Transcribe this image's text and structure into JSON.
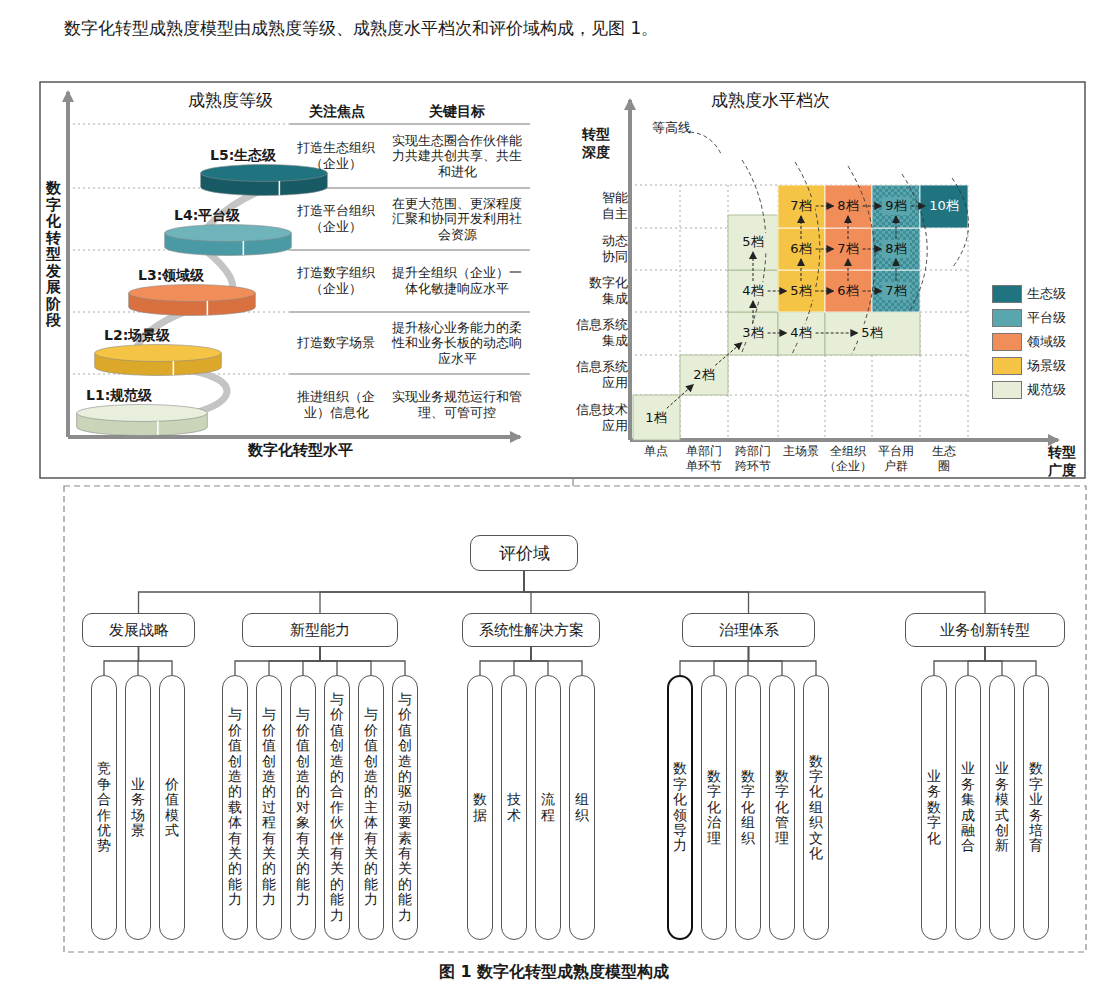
{
  "diagram": {
    "caption": "图 1 数字化转型成熟度模型构成",
    "nodes": [
      {
        "text": [
          "L5:生态级"
        ]
      },
      {
        "text": [
          "L4:平台级"
        ]
      },
      {
        "text": [
          "L3:领域级"
        ]
      },
      {
        "text": [
          "L2:场景级"
        ]
      },
      {
        "text": [
          "L1:规范级"
        ]
      },
      {
        "text": [
          "7档"
        ]
      },
      {
        "text": [
          "8档"
        ]
      },
      {
        "text": [
          "9档"
        ]
      },
      {
        "text": [
          "10档"
        ]
      },
      {
        "text": [
          "5档"
        ]
      },
      {
        "text": [
          "6档"
        ]
      },
      {
        "text": [
          "7档"
        ]
      },
      {
        "text": [
          "8档"
        ]
      },
      {
        "text": [
          "4档"
        ]
      },
      {
        "text": [
          "5档"
        ]
      },
      {
        "text": [
          "6档"
        ]
      },
      {
        "text": [
          "7档"
        ]
      },
      {
        "text": [
          "3档"
        ]
      },
      {
        "text": [
          "4档"
        ]
      },
      {
        "text": [
          "5档"
        ]
      },
      {
        "text": [
          "2档"
        ]
      },
      {
        "text": [
          "1档"
        ]
      },
      {
        "text": [
          "评价域"
        ]
      },
      {
        "text": [
          "发展战略"
        ]
      },
      {
        "text": [
          "竞争合作优势"
        ]
      },
      {
        "text": [
          "业务场景"
        ]
      },
      {
        "text": [
          "价值模式"
        ]
      },
      {
        "text": [
          "新型能力"
        ]
      },
      {
        "text": [
          "与价值创造的载体有关的能力"
        ]
      },
      {
        "text": [
          "与价值创造的过程有关的能力"
        ]
      },
      {
        "text": [
          "与价值创造的对象有关的能力"
        ]
      },
      {
        "text": [
          "与价值创造的合作伙伴有关的能力"
        ]
      },
      {
        "text": [
          "与价值创造的主体有关的能力"
        ]
      },
      {
        "text": [
          "与价值创造的驱动要素有关的能力"
        ]
      },
      {
        "text": [
          "系统性解决方案"
        ]
      },
      {
        "text": [
          "数据"
        ]
      },
      {
        "text": [
          "技术"
        ]
      },
      {
        "text": [
          "流程"
        ]
      },
      {
        "text": [
          "组织"
        ]
      },
      {
        "text": [
          "治理体系"
        ]
      },
      {
        "text": [
          "数字化领导力"
        ]
      },
      {
        "text": [
          "数字化治理"
        ]
      },
      {
        "text": [
          "数字化组织"
        ]
      },
      {
        "text": [
          "数字化管理"
        ]
      },
      {
        "text": [
          "数字化组织文化"
        ]
      },
      {
        "text": [
          "业务创新转型"
        ]
      },
      {
        "text": [
          "业务数字化"
        ]
      },
      {
        "text": [
          "业务集成融合"
        ]
      },
      {
        "text": [
          "业务模式创新"
        ]
      },
      {
        "text": [
          "数字业务培育"
        ]
      }
    ],
    "edges": [
      {
        "from": 21,
        "to": 20,
        "arrow": "to"
      },
      {
        "from": 20,
        "to": 17,
        "arrow": "to"
      },
      {
        "from": 17,
        "to": 18,
        "arrow": "to"
      },
      {
        "from": 18,
        "to": 19,
        "arrow": "to"
      },
      {
        "from": 17,
        "to": 13,
        "arrow": "to"
      },
      {
        "from": 13,
        "to": 9,
        "arrow": "to"
      },
      {
        "from": 13,
        "to": 14,
        "arrow": "to"
      },
      {
        "from": 14,
        "to": 15,
        "arrow": "to"
      },
      {
        "from": 15,
        "to": 16,
        "arrow": "to"
      },
      {
        "from": 10,
        "to": 11,
        "arrow": "to"
      },
      {
        "from": 11,
        "to": 12,
        "arrow": "to"
      },
      {
        "from": 5,
        "to": 6,
        "arrow": "to"
      },
      {
        "from": 6,
        "to": 7,
        "arrow": "to"
      },
      {
        "from": 7,
        "to": 8,
        "arrow": "to"
      },
      {
        "from": 14,
        "to": 10,
        "arrow": "to"
      },
      {
        "from": 10,
        "to": 5,
        "arrow": "to"
      },
      {
        "from": 15,
        "to": 11,
        "arrow": "to"
      },
      {
        "from": 11,
        "to": 6,
        "arrow": "to"
      },
      {
        "from": 16,
        "to": 12,
        "arrow": "to"
      },
      {
        "from": 12,
        "to": 7,
        "arrow": "to"
      },
      {
        "from": 22,
        "to": 23,
        "arrow": "none"
      },
      {
        "from": 22,
        "to": 27,
        "arrow": "none"
      },
      {
        "from": 22,
        "to": 34,
        "arrow": "none"
      },
      {
        "from": 22,
        "to": 39,
        "arrow": "none"
      },
      {
        "from": 22,
        "to": 45,
        "arrow": "none"
      },
      {
        "from": 23,
        "to": 24,
        "arrow": "none"
      },
      {
        "from": 23,
        "to": 25,
        "arrow": "none"
      },
      {
        "from": 23,
        "to": 26,
        "arrow": "none"
      },
      {
        "from": 27,
        "to": 28,
        "arrow": "none"
      },
      {
        "from": 27,
        "to": 29,
        "arrow": "none"
      },
      {
        "from": 27,
        "to": 30,
        "arrow": "none"
      },
      {
        "from": 27,
        "to": 31,
        "arrow": "none"
      },
      {
        "from": 27,
        "to": 32,
        "arrow": "none"
      },
      {
        "from": 27,
        "to": 33,
        "arrow": "none"
      },
      {
        "from": 34,
        "to": 35,
        "arrow": "none"
      },
      {
        "from": 34,
        "to": 36,
        "arrow": "none"
      },
      {
        "from": 34,
        "to": 37,
        "arrow": "none"
      },
      {
        "from": 34,
        "to": 38,
        "arrow": "none"
      },
      {
        "from": 39,
        "to": 40,
        "arrow": "none"
      },
      {
        "from": 39,
        "to": 41,
        "arrow": "none"
      },
      {
        "from": 39,
        "to": 42,
        "arrow": "none"
      },
      {
        "from": 39,
        "to": 43,
        "arrow": "none"
      },
      {
        "from": 39,
        "to": 44,
        "arrow": "none"
      },
      {
        "from": 45,
        "to": 46,
        "arrow": "none"
      },
      {
        "from": 45,
        "to": 47,
        "arrow": "none"
      },
      {
        "from": 45,
        "to": 48,
        "arrow": "none"
      },
      {
        "from": 45,
        "to": 49,
        "arrow": "none"
      }
    ],
    "labels": [
      "数字化转型成熟度模型由成熟度等级、成熟度水平档次和评价域构成，见图 1。",
      "成熟度等级",
      "关注焦点",
      "关键目标",
      "打造生态组织（企业）",
      "实现生态圈合作伙伴能力共建共创共享、共生和进化",
      "打造平台组织（企业）",
      "在更大范围、更深程度汇聚和协同开发利用社会资源",
      "打造数字组织（企业）",
      "提升全组织（企业）一体化敏捷响应水平",
      "打造数字场景",
      "提升核心业务能力的柔性和业务长板的动态响应水平",
      "推进组织（企业）信息化",
      "实现业务规范运行和管理、可管可控",
      "数字化转型发展阶段",
      "数字化转型水平",
      "成熟度水平档次",
      "转型深度",
      "等高线",
      "智能自主",
      "动态协同",
      "数字化集成",
      "信息系统集成",
      "信息系统应用",
      "信息技术应用",
      "单点",
      "单部门单环节",
      "跨部门跨环节",
      "主场景",
      "全组织（企业）",
      "平台用户群",
      "生态圈",
      "转型广度"
    ],
    "legend": [
      {
        "text": "生态级",
        "color": "#1f7480"
      },
      {
        "text": "平台级",
        "color": "#5aa6ae"
      },
      {
        "text": "领域级",
        "color": "#f08d59"
      },
      {
        "text": "场景级",
        "color": "#f6c445"
      },
      {
        "text": "规范级",
        "color": "#e6eed8"
      }
    ]
  }
}
